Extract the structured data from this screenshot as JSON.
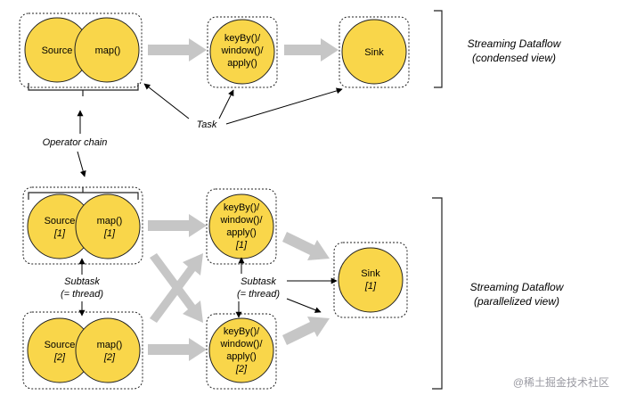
{
  "colors": {
    "node_fill": "#f9d64a",
    "node_stroke": "#222222",
    "box_stroke": "#222222",
    "flow_arrow": "#c6c6c6",
    "pointer": "#000000",
    "watermark": "#9a9aa2"
  },
  "condensed": {
    "source_label": "Source",
    "map_label": "map()",
    "keyby_line1": "keyBy()/",
    "keyby_line2": "window()/",
    "keyby_line3": "apply()",
    "sink_label": "Sink",
    "caption_line1": "Streaming Dataflow",
    "caption_line2": "(condensed view)"
  },
  "annotations": {
    "task": "Task",
    "operator_chain": "Operator chain",
    "subtask_line1": "Subtask",
    "subtask_line2": "(= thread)"
  },
  "parallel": {
    "source1_label": "Source",
    "source1_index": "[1]",
    "map1_label": "map()",
    "map1_index": "[1]",
    "keyby1_line1": "keyBy()/",
    "keyby1_line2": "window()/",
    "keyby1_line3": "apply()",
    "keyby1_index": "[1]",
    "source2_label": "Source",
    "source2_index": "[2]",
    "map2_label": "map()",
    "map2_index": "[2]",
    "keyby2_line1": "keyBy()/",
    "keyby2_line2": "window()/",
    "keyby2_line3": "apply()",
    "keyby2_index": "[2]",
    "sink_label": "Sink",
    "sink_index": "[1]",
    "caption_line1": "Streaming Dataflow",
    "caption_line2": "(parallelized view)"
  },
  "watermark": "@稀土掘金技术社区"
}
